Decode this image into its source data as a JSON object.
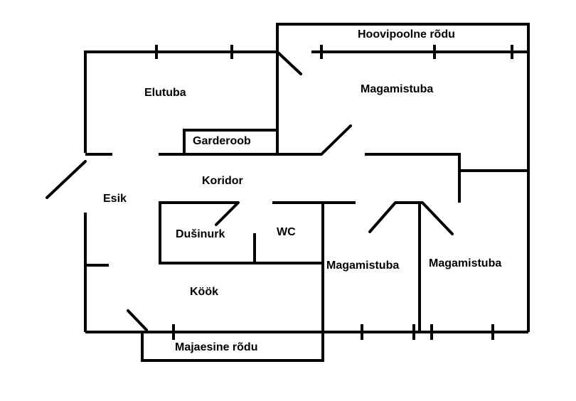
{
  "rooms": {
    "elutuba": "Elutuba",
    "magamistuba_top": "Magamistuba",
    "hoovipoolne_rodu": "Hoovipoolne rõdu",
    "garderoob": "Garderoob",
    "koridor": "Koridor",
    "esik": "Esik",
    "dusinurk": "Dušinurk",
    "wc": "WC",
    "magamistuba_mid": "Magamistuba",
    "magamistuba_right": "Magamistuba",
    "kook": "Köök",
    "majaesine_rodu": "Majaesine rõdu"
  }
}
